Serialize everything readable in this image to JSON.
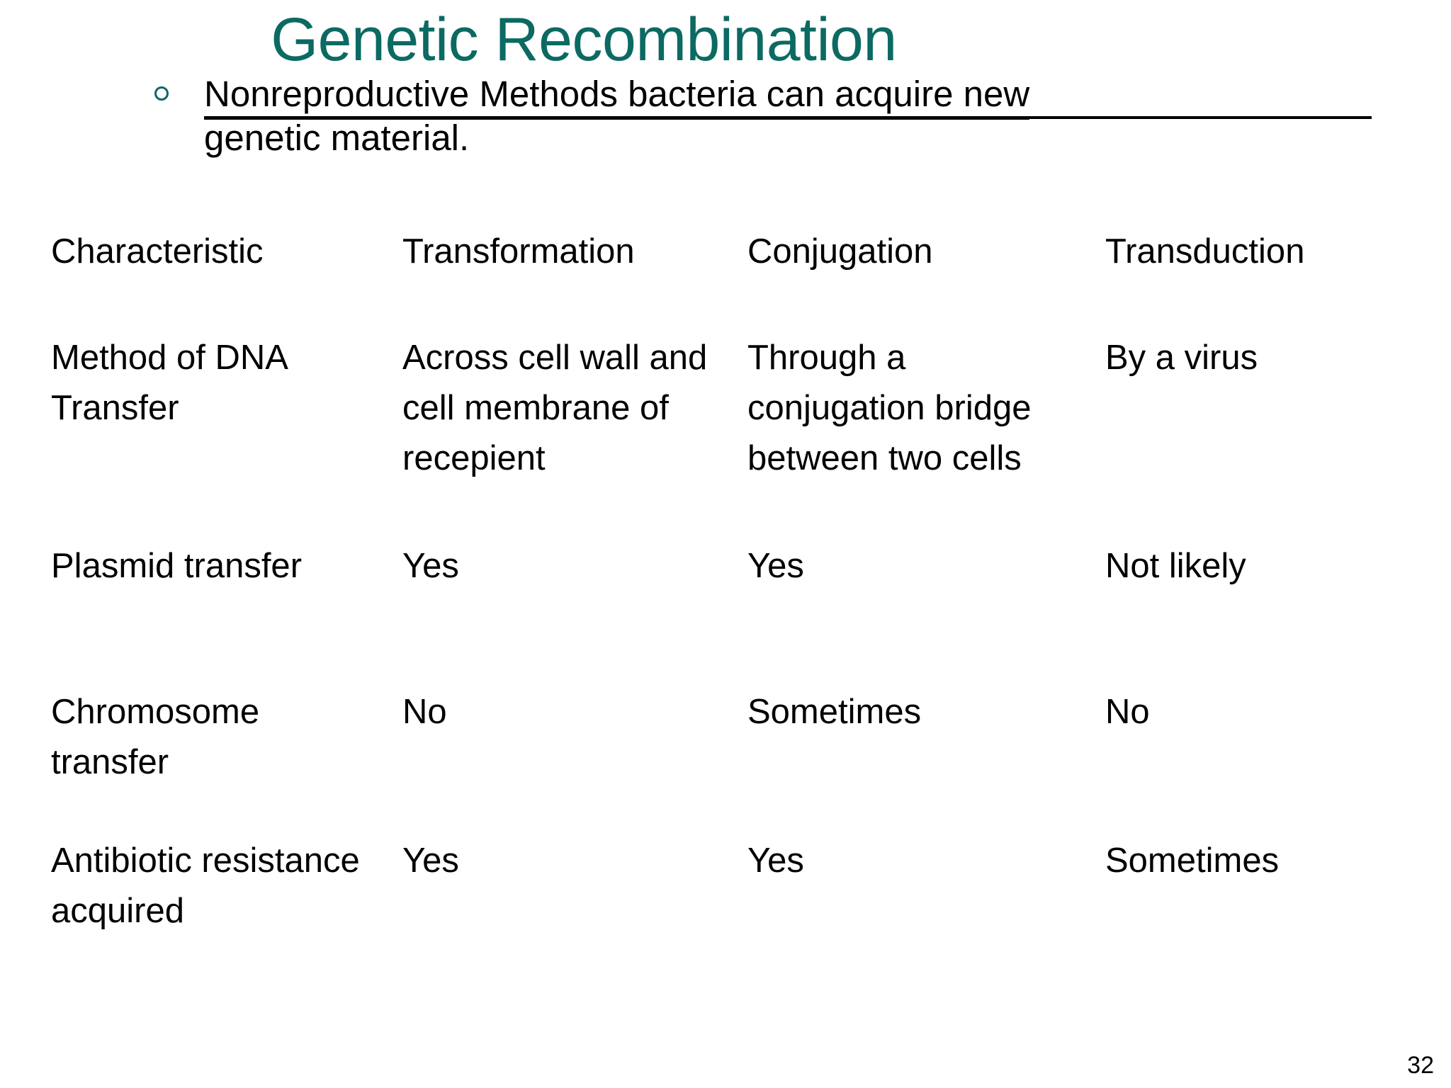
{
  "slide": {
    "title": "Genetic Recombination",
    "title_color": "#0b6a62",
    "bullet": {
      "marker": "hollow-circle",
      "marker_color": "#0b6a62",
      "line1": "Nonreproductive Methods bacteria can acquire new",
      "line2": "genetic material."
    },
    "page_number": "32"
  },
  "table": {
    "columns": [
      "Characteristic",
      "Transformation",
      "Conjugation",
      "Transduction"
    ],
    "rows": [
      {
        "characteristic": "Method of DNA Transfer",
        "transformation": "Across cell wall and cell membrane of recepient",
        "conjugation": "Through a conjugation bridge between two cells",
        "transduction": "By a virus"
      },
      {
        "characteristic": "Plasmid transfer",
        "transformation": "Yes",
        "conjugation": "Yes",
        "transduction": "Not likely"
      },
      {
        "characteristic": "Chromosome transfer",
        "transformation": "No",
        "conjugation": "Sometimes",
        "transduction": "No"
      },
      {
        "characteristic": "Antibiotic resistance acquired",
        "transformation": "Yes",
        "conjugation": "Yes",
        "transduction": "Sometimes"
      }
    ]
  }
}
